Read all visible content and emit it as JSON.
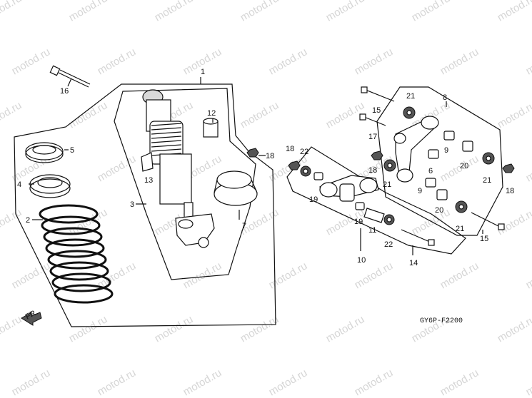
{
  "watermark": "motod.ru",
  "diagram_code": "GY6P-F2200",
  "front_marker": "FR.",
  "part_labels": [
    "1",
    "2",
    "3",
    "4",
    "5",
    "6",
    "7",
    "8",
    "9",
    "10",
    "11",
    "12",
    "13",
    "14",
    "15",
    "16",
    "17",
    "18",
    "19",
    "20",
    "21",
    "22"
  ]
}
